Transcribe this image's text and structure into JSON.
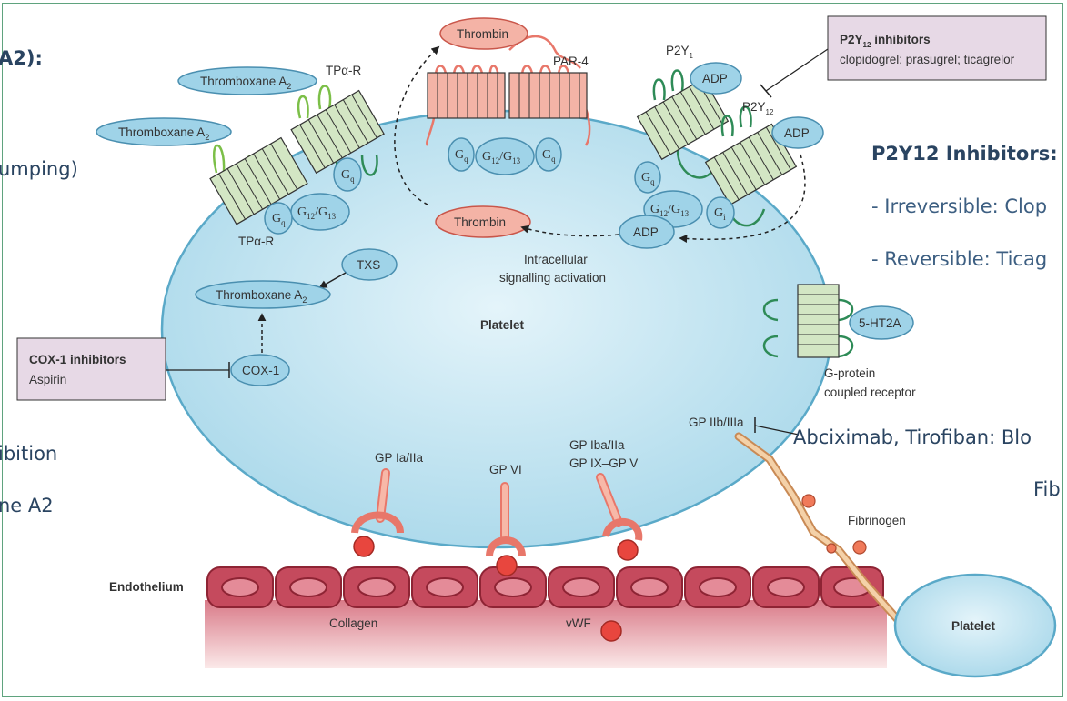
{
  "slide_text": {
    "left_heading_fragment": "A2):",
    "left_line_fragment": "umping)",
    "left_inhibition_fragment": "ibition",
    "left_a2_fragment": "ne A2",
    "right_heading": "P2Y12 Inhibitors:",
    "right_irreversible": "- Irreversible: Clop",
    "right_reversible": "- Reversible: Ticag",
    "right_abciximab": "Abciximab, Tirofiban: Blo",
    "right_fib": "Fib"
  },
  "diagram": {
    "thromboxane_top": "Thromboxane A",
    "thromboxane_left": "Thromboxane A",
    "thromboxane_inner": "Thromboxane A",
    "sub_2": "2",
    "tp_r_top": "TPα-R",
    "tp_r_bottom": "TPα-R",
    "thrombin_top": "Thrombin",
    "thrombin_mid": "Thrombin",
    "par4": "PAR-4",
    "p2y1_base": "P2Y",
    "p2y1_sub": "1",
    "p2y12_base": "P2Y",
    "p2y12_sub": "12",
    "adp_1": "ADP",
    "adp_2": "ADP",
    "adp_3": "ADP",
    "p2y12_box_title_base": "P2Y",
    "p2y12_box_title_sub": "12",
    "p2y12_box_title_rest": " inhibitors",
    "p2y12_box_drugs": "clopidogrel; prasugrel; ticagrelor",
    "txs": "TXS",
    "cox1": "COX-1",
    "cox1_box_title": "COX-1 inhibitors",
    "cox1_box_drug": "Aspirin",
    "intracellular_1": "Intracellular",
    "intracellular_2": "signalling activation",
    "platelet_main": "Platelet",
    "platelet_small": "Platelet",
    "ht2a": "5-HT2A",
    "gpcr_1": "G-protein",
    "gpcr_2": "coupled receptor",
    "gp2b3a": "GP IIb/IIIa",
    "gp1a2a": "GP Ia/IIa",
    "gpvi": "GP VI",
    "gp1b_1": "GP Iba/IIa–",
    "gp1b_2": "GP IX–GP V",
    "fibrinogen": "Fibrinogen",
    "endothelium": "Endothelium",
    "collagen": "Collagen",
    "vwf": "vWF",
    "g": "G",
    "sub_q": "q",
    "sub_12": "12",
    "sub_13": "13",
    "sub_i": "i",
    "slash": "/"
  },
  "colors": {
    "platelet_fill": "#bfe3f1",
    "platelet_stroke": "#5aa9c8",
    "oval_fill": "#9fd3e8",
    "receptor_green": "#d3e6c4",
    "thrombin_fill": "#f4b3a6",
    "endothelium": "#c54a5d",
    "box_fill": "#e7d9e6"
  }
}
